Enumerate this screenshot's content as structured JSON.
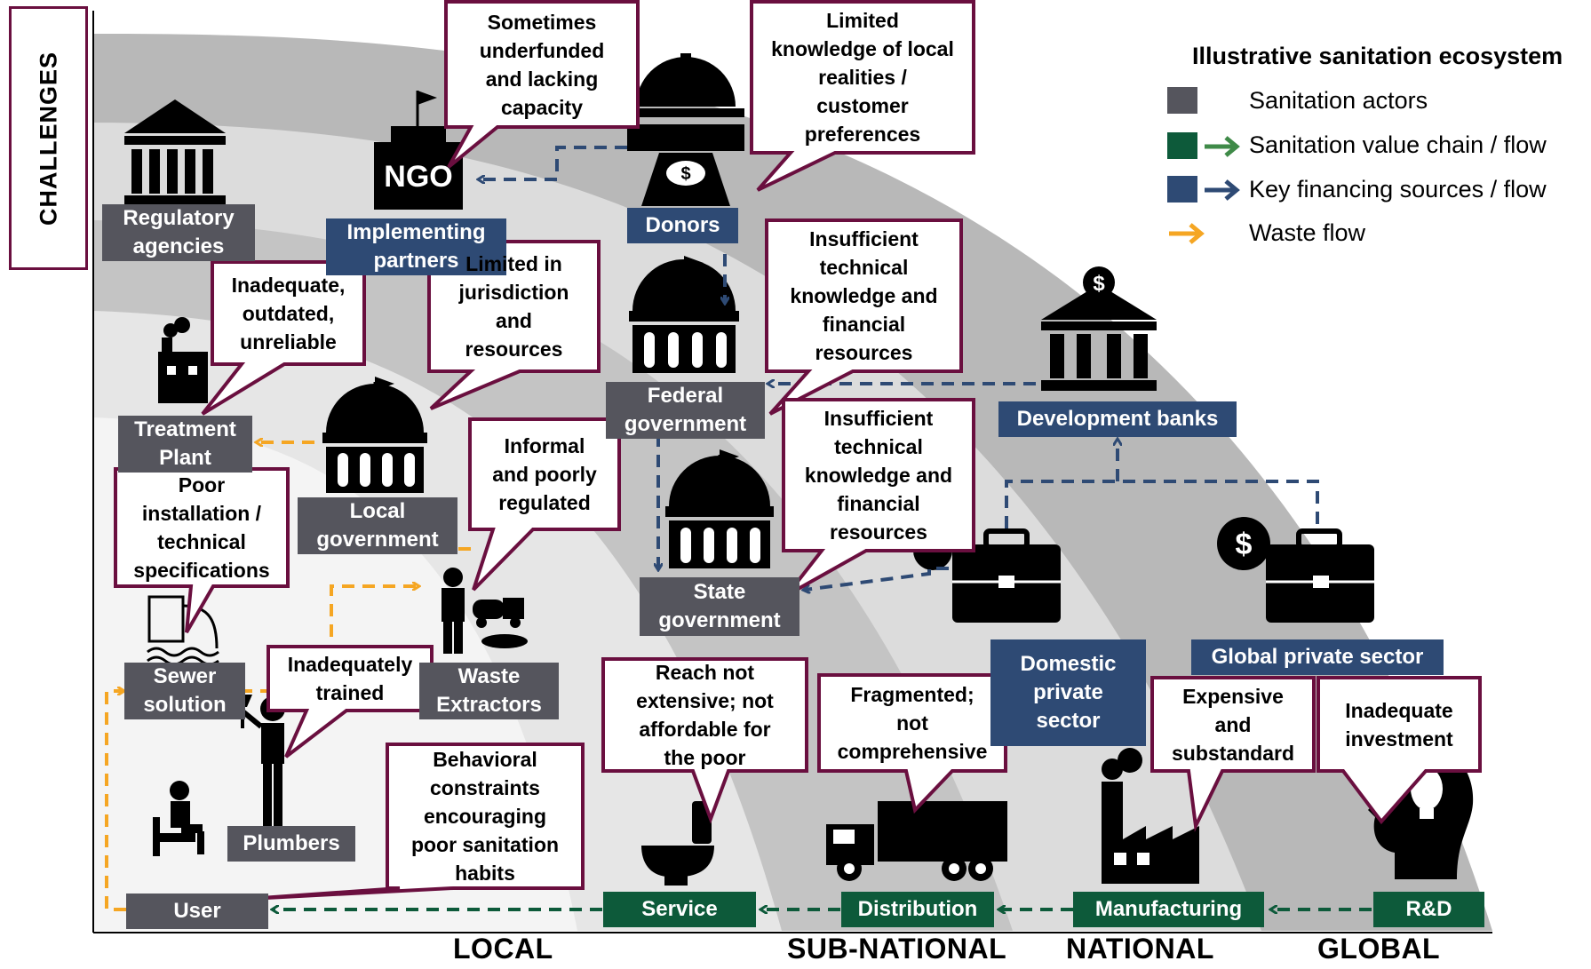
{
  "side_label": "CHALLENGES",
  "legend": {
    "title": "Illustrative sanitation ecosystem",
    "items": [
      {
        "label": "Sanitation actors",
        "color": "#55555d"
      },
      {
        "label": "Sanitation value chain / flow",
        "color": "#0d5a3a",
        "arrow": "#3f8a48"
      },
      {
        "label": "Key financing sources / flow",
        "color": "#2e4a74",
        "arrow": "#2e4a74"
      },
      {
        "label": "Waste flow",
        "arrow": "#f5a623"
      }
    ]
  },
  "scale_labels": [
    "LOCAL",
    "SUB-NATIONAL",
    "NATIONAL",
    "GLOBAL"
  ],
  "actors": {
    "regulatory": "Regulatory\nagencies",
    "implementing": "Implementing\npartners",
    "donors": "Donors",
    "federal": "Federal\ngovernment",
    "dev_banks": "Development banks",
    "treatment": "Treatment\nPlant",
    "local_gov": "Local\ngovernment",
    "state_gov": "State\ngovernment",
    "domestic": "Domestic\nprivate\nsector",
    "global_private": "Global private sector",
    "sewer": "Sewer\nsolution",
    "extractors": "Waste\nExtractors",
    "plumbers": "Plumbers",
    "user": "User",
    "service": "Service",
    "distribution": "Distribution",
    "manufacturing": "Manufacturing",
    "rd": "R&D"
  },
  "icons": {
    "regulatory": "bank-building-icon",
    "ngo": "ngo-building-icon",
    "donors": "capitol-money-icon",
    "federal": "capitol-icon",
    "local": "capitol-icon",
    "state": "capitol-icon",
    "dev_banks": "bank-dollar-icon",
    "treatment": "factory-icon",
    "sewer": "sewer-icon",
    "extractors": "truck-worker-icon",
    "plumbers": "plumber-icon",
    "user": "toilet-user-icon",
    "domestic": "briefcase-icon",
    "global": "briefcase-dollar-icon",
    "service": "toilet-icon",
    "distribution": "truck-icon",
    "manufacturing": "factory-icon",
    "rd": "head-lightbulb-icon"
  },
  "callouts": {
    "underfunded": "Sometimes\nunderfunded\nand lacking\ncapacity",
    "limited_knowledge": "Limited\nknowledge of local\nrealities /\ncustomer\npreferences",
    "insufficient_federal": "Insufficient\ntechnical\nknowledge and\nfinancial\nresources",
    "inadequate_outdated": "Inadequate,\noutdated,\nunreliable",
    "limited_jurisdiction": "Limited in\njurisdiction\nand\nresources",
    "insufficient_state": "Insufficient\ntechnical\nknowledge and\nfinancial\nresources",
    "informal": "Informal\nand poorly\nregulated",
    "poor_installation": "Poor\ninstallation /\ntechnical\nspecifications",
    "inadequately_trained": "Inadequately\ntrained",
    "behavioral": "Behavioral\nconstraints\nencouraging\npoor sanitation\nhabits",
    "reach": "Reach not\nextensive; not\naffordable for\nthe poor",
    "fragmented": "Fragmented;\nnot\ncomprehensive",
    "expensive": "Expensive\nand\nsubstandard",
    "inadequate_investment": "Inadequate\ninvestment"
  },
  "colors": {
    "band_dark": "#b8b8b8",
    "band_light": "#e8e8e8",
    "callout_border": "#6a0f3f",
    "waste_flow": "#f5a623",
    "finance_flow": "#2e4a74",
    "value_chain_flow": "#0d5a3a"
  }
}
